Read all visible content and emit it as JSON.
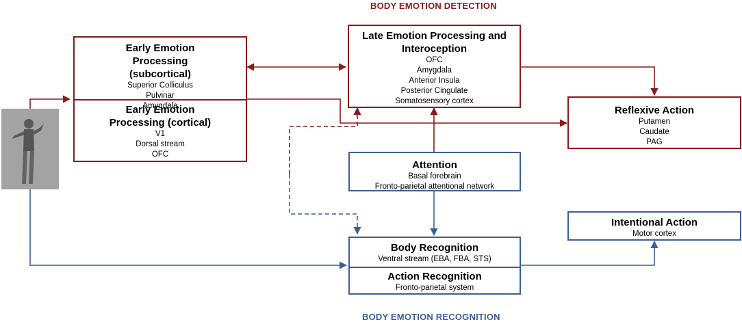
{
  "headings": {
    "top": "BODY EMOTION DETECTION",
    "bottom": "BODY EMOTION RECOGNITION"
  },
  "colors": {
    "detection": "#8b1a1a",
    "recognition": "#3d5f98"
  },
  "figure_icon": "person-in-pose-image",
  "boxes": {
    "early_subcortical": {
      "title": "Early Emotion Processing (subcortical)",
      "items": [
        "Superior Colliculus",
        "Pulvinar",
        "Amygdala"
      ]
    },
    "early_cortical": {
      "title": "Early Emotion Processing (cortical)",
      "items": [
        "V1",
        "Dorsal stream",
        "OFC"
      ]
    },
    "late": {
      "title_line1": "Late Emotion Processing and",
      "title_line2": "Interoception",
      "items": [
        "OFC",
        "Amygdala",
        "Anterior Insula",
        "Posterior Cingulate",
        "Somatosensory cortex"
      ]
    },
    "reflexive": {
      "title": "Reflexive Action",
      "items": [
        "Putamen",
        "Caudate",
        "PAG"
      ]
    },
    "attention": {
      "title": "Attention",
      "items": [
        "Basal forebrain",
        "Fronto-parietal attentional network"
      ]
    },
    "intentional": {
      "title": "Intentional Action",
      "items": [
        "Motor cortex"
      ]
    },
    "body_recognition": {
      "title": "Body Recognition",
      "items": [
        "Ventral stream (EBA, FBA, STS)"
      ]
    },
    "action_recognition": {
      "title": "Action Recognition",
      "items": [
        "Fronto-parietal system"
      ]
    }
  }
}
